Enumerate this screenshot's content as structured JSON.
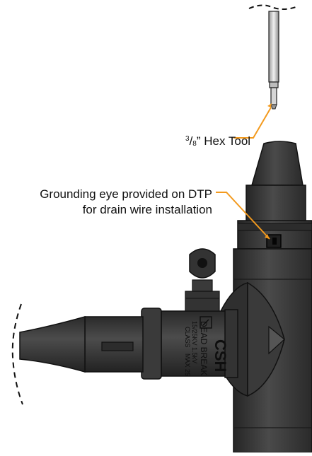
{
  "callouts": {
    "hex_tool": {
      "numerator": "3",
      "denominator": "8",
      "rest": "” Hex Tool"
    },
    "grounding": {
      "line1": "Grounding eye provided on DTP",
      "line2": "for drain wire installation"
    }
  },
  "body_marking": {
    "brand": "CSH",
    "product": "DEAD BREAK",
    "rating": "15/25KV  1.5kV",
    "class": "CLASS",
    "max": "MAX 25"
  },
  "colors": {
    "body": "#3d3d3d",
    "body_dark": "#262626",
    "body_light": "#5a5a5a",
    "leader": "#f39a1e",
    "tool_shaft": "#c8c8c8"
  }
}
